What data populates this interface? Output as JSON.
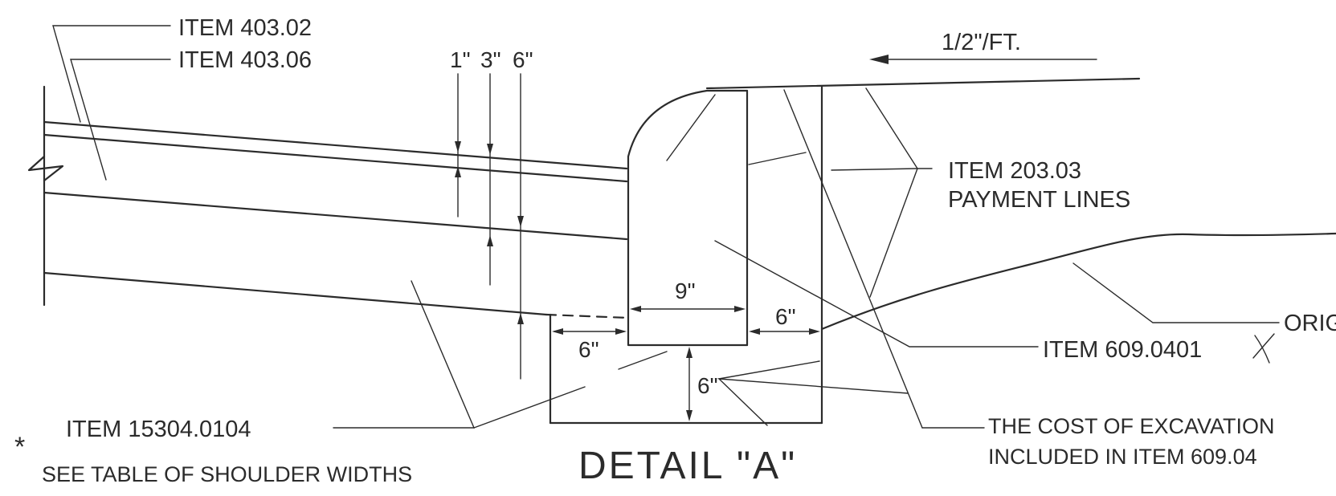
{
  "labels": {
    "item_403_02": "ITEM 403.02",
    "item_403_06": "ITEM 403.06",
    "dim_1in": "1\"",
    "dim_3in": "3\"",
    "dim_6in": "6\"",
    "slope": "1/2\"/FT.",
    "item_203_03": "ITEM 203.03",
    "payment_lines": "PAYMENT LINES",
    "dim_9in": "9\"",
    "dim_6in_right": "6\"",
    "dim_6in_left": "6\"",
    "dim_6in_bottom": "6\"",
    "orig": "ORIG",
    "item_609_0401": "ITEM 609.0401",
    "cost_line1": "THE COST OF EXCAVATION",
    "cost_line2": "INCLUDED IN ITEM 609.04",
    "item_15304_0104": "ITEM 15304.0104",
    "detail_title": "DETAIL \"A\"",
    "footnote_star": "*",
    "footnote": "SEE TABLE OF SHOULDER WIDTHS"
  }
}
